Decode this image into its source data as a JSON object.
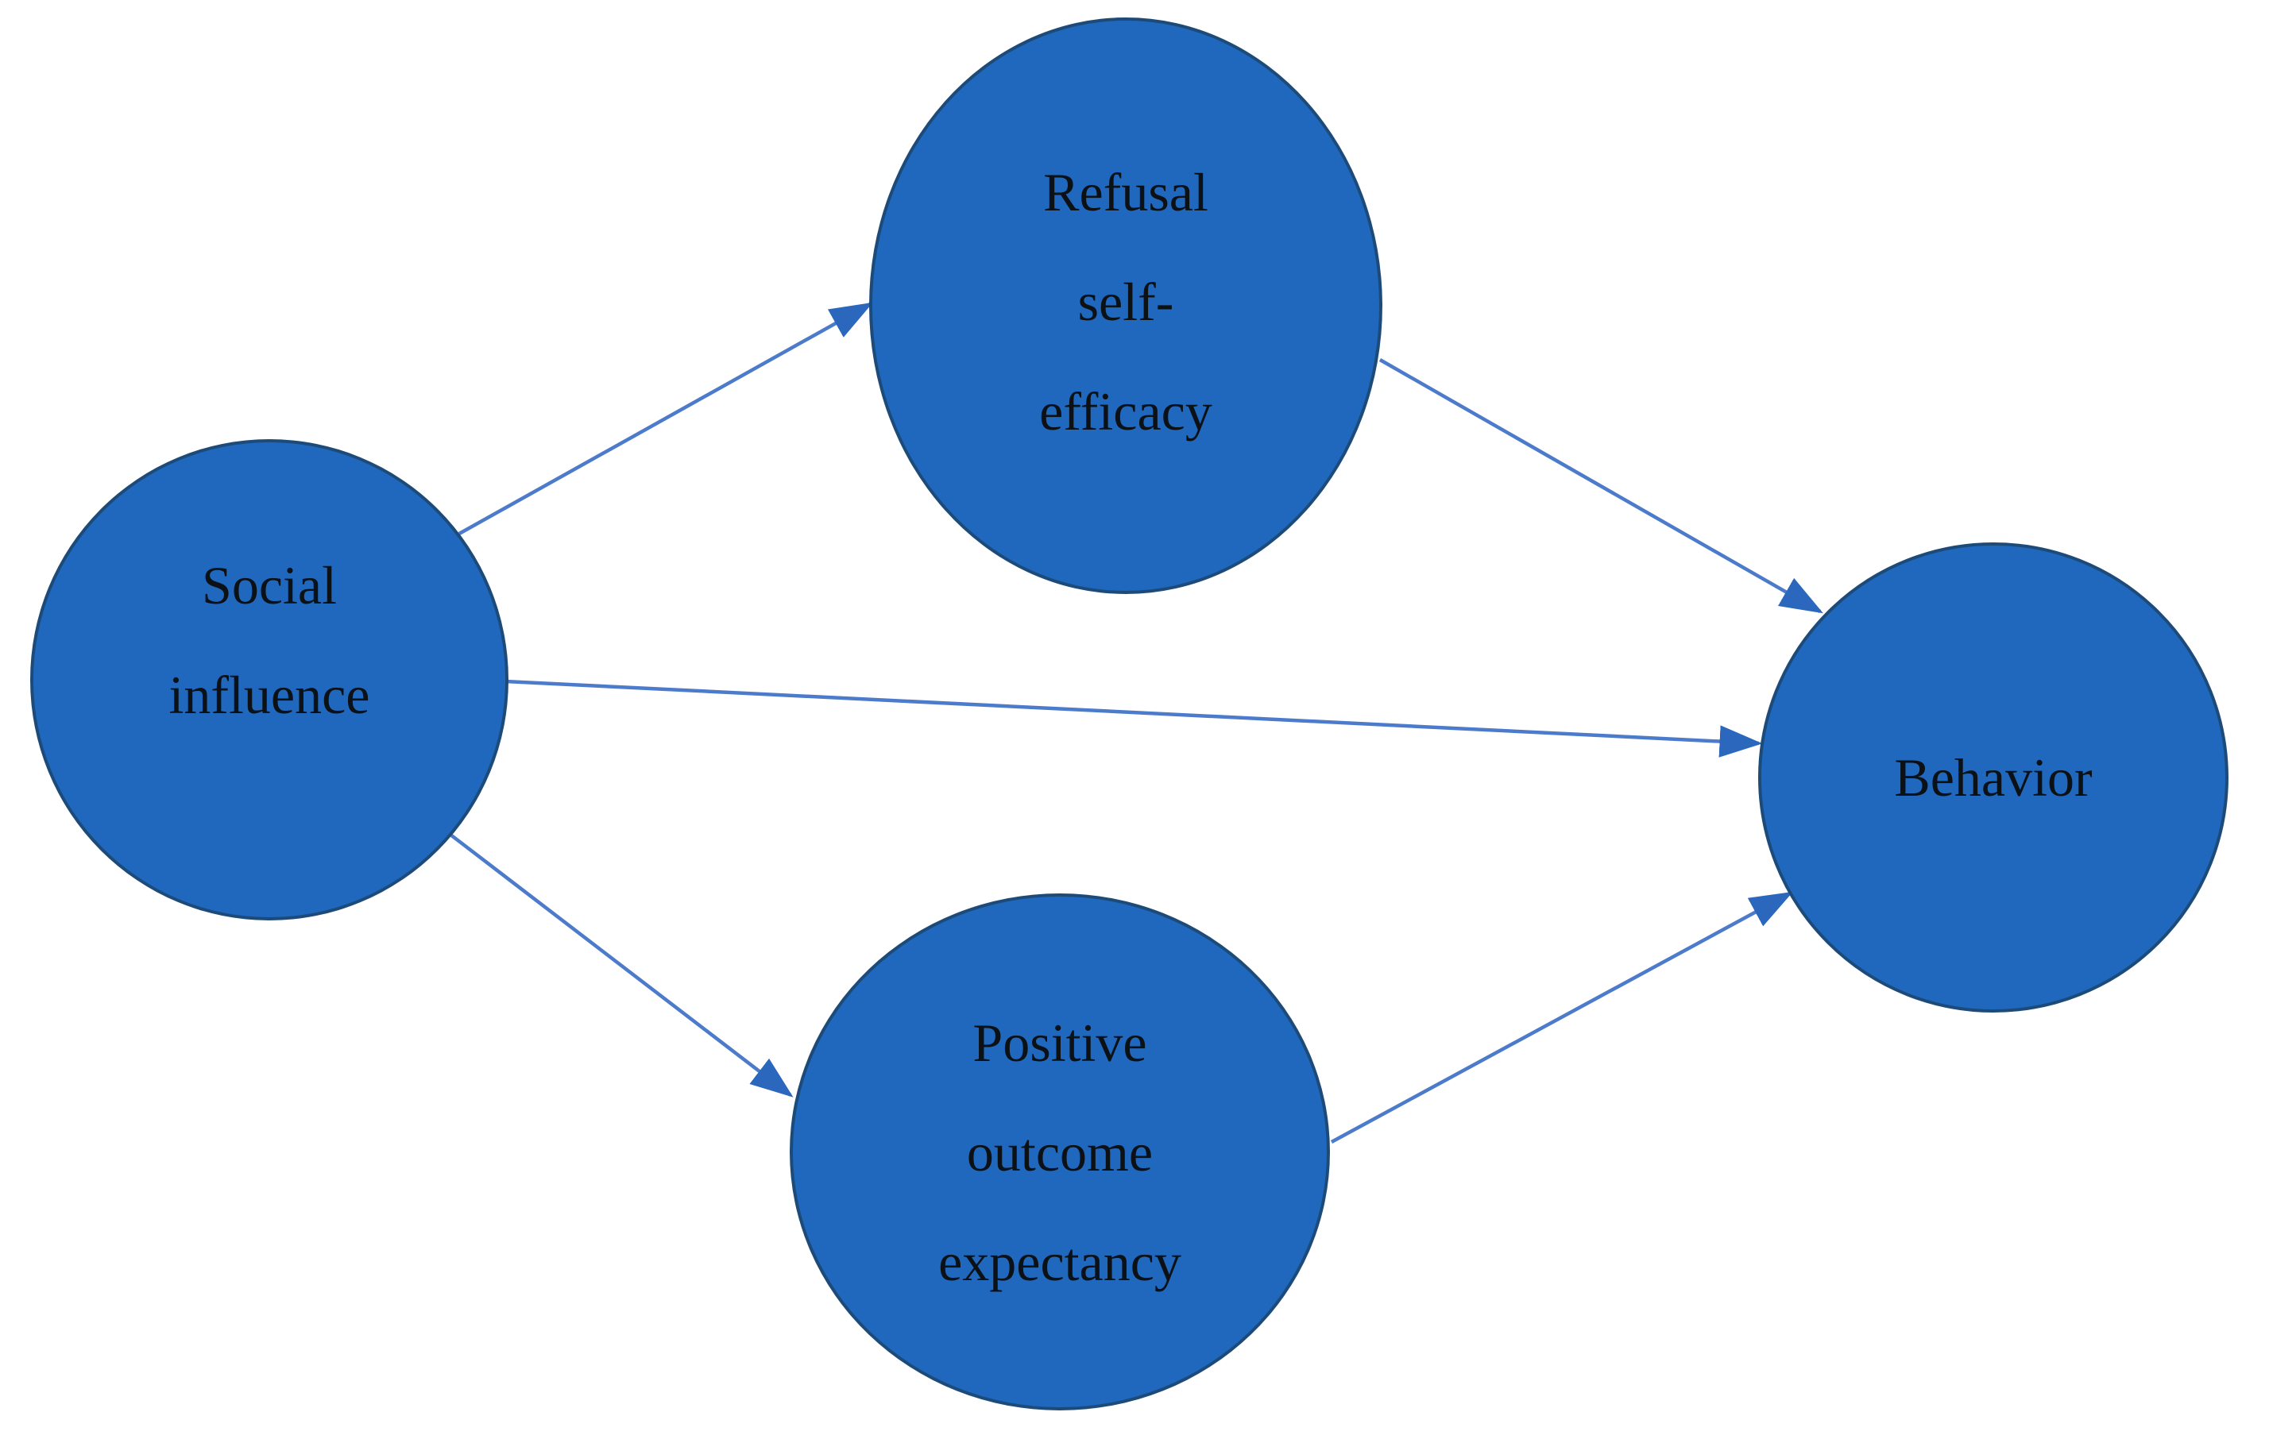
{
  "figure": {
    "type": "path-diagram",
    "background": "#FFFFFF",
    "nodes": {
      "social": {
        "id": "social-influence",
        "label": "Social influence",
        "lines": [
          "Social",
          "influence"
        ],
        "shape": "ellipse"
      },
      "refusal": {
        "id": "refusal-self-efficacy",
        "label": "Refusal self-efficacy",
        "lines": [
          "Refusal",
          "self-",
          "efficacy"
        ],
        "shape": "ellipse"
      },
      "positive": {
        "id": "positive-outcome-expectancy",
        "label": "Positive outcome expectancy",
        "lines": [
          "Positive",
          "outcome",
          "expectancy"
        ],
        "shape": "ellipse"
      },
      "behavior": {
        "id": "behavior",
        "label": "Behavior",
        "lines": [
          "Behavior"
        ],
        "shape": "ellipse"
      }
    },
    "edges": [
      {
        "from": "Social influence",
        "to": "Refusal self-efficacy",
        "style": "arrow"
      },
      {
        "from": "Social influence",
        "to": "Behavior",
        "style": "arrow"
      },
      {
        "from": "Social influence",
        "to": "Positive outcome expectancy",
        "style": "arrow"
      },
      {
        "from": "Refusal self-efficacy",
        "to": "Behavior",
        "style": "arrow"
      },
      {
        "from": "Positive outcome expectancy",
        "to": "Behavior",
        "style": "arrow"
      }
    ]
  },
  "colors": {
    "node-fill": "#2068BE",
    "node-border": "#1D4B79",
    "arrow-line": "#4C7BCB",
    "arrow-head": "#2A67BD",
    "label": "#0C1116",
    "bg": "#FFFFFF"
  }
}
